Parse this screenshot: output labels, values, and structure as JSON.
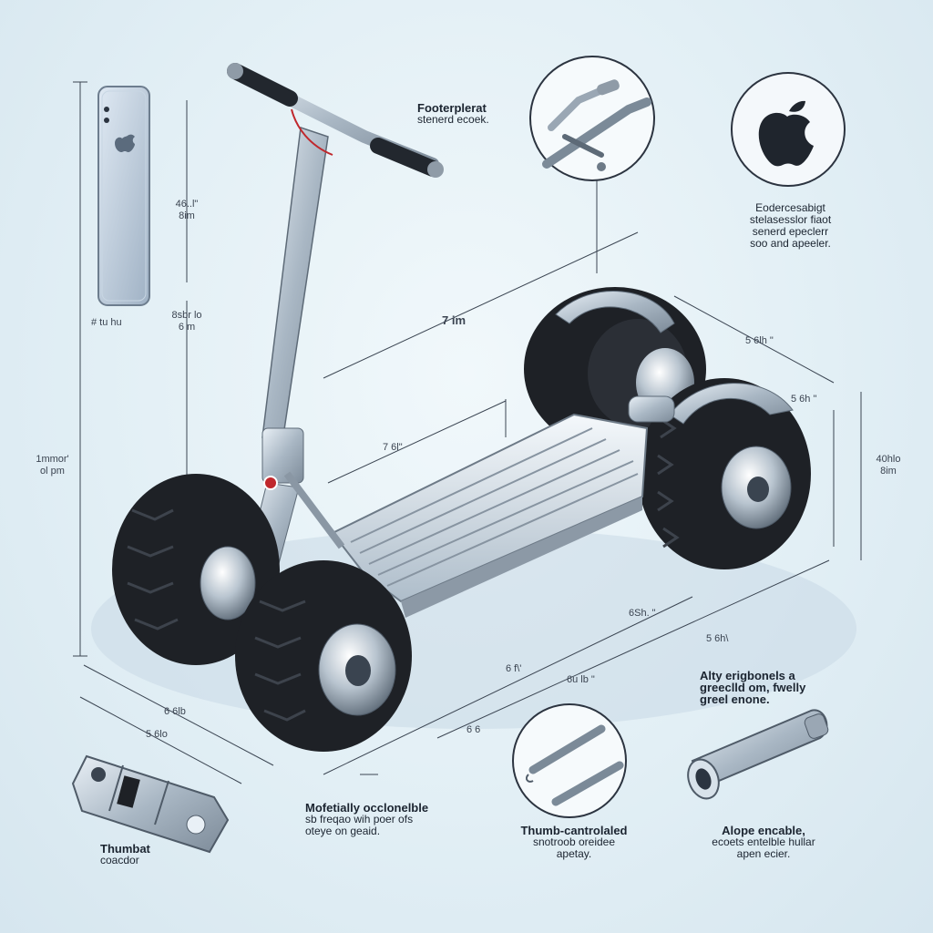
{
  "callouts": {
    "footplate": [
      "Footerplerat",
      "stenerd ecoek."
    ],
    "apple_desc": [
      "Eodercesabigt",
      "stelasesslor fiaot",
      "senerd epeclerr",
      "soo and apeeler."
    ],
    "alloy": [
      "Alty erigbonels a",
      "greeclld om, fwelly",
      "greel enone."
    ],
    "folding": [
      "Mofetially occlonelble",
      "sb freqao wih poer ofs",
      "oteye on geaid."
    ],
    "thumb": [
      "Thumb-cantrolaled",
      "snotroob oreidee",
      "apetay."
    ],
    "alope": [
      "Alope encable,",
      "ecoets entelble hullar",
      "apen ecier."
    ],
    "thumbrest": [
      "Thumbat",
      "coacdor"
    ]
  },
  "dimensions": {
    "phone_top": [
      "46..l\"",
      "8im"
    ],
    "phone_mid": [
      "8sbr lo",
      "6 m"
    ],
    "phone_base": "# tu hu",
    "left_height": [
      "1mmor'",
      "ol pm"
    ],
    "deck_top": "7 im",
    "deck_inner": "7 6l\"",
    "rear_width": "5 6lh \"",
    "right_height": [
      "40hlo",
      "8im"
    ],
    "front_width_a": "6 6lb",
    "front_width_b": "5 6lo",
    "base_right_a": "6Sh. \"",
    "base_right_b": "6 f\\'",
    "base_right_c": "6u lb \"",
    "base_right_d": "5 6h\\",
    "bottom_mid": "6 6",
    "rear_axle": "5 6h \""
  },
  "colors": {
    "background": "#e2eff5",
    "tire": "#1e2126",
    "metal": "#b9c6d2",
    "accent_red": "#c0282d"
  },
  "icons": [
    "smartphone-icon",
    "apple-logo-icon",
    "scooter-illustration",
    "brake-lever-detail",
    "folding-latch-detail",
    "thumb-controller-icon",
    "alloy-tube-icon"
  ]
}
